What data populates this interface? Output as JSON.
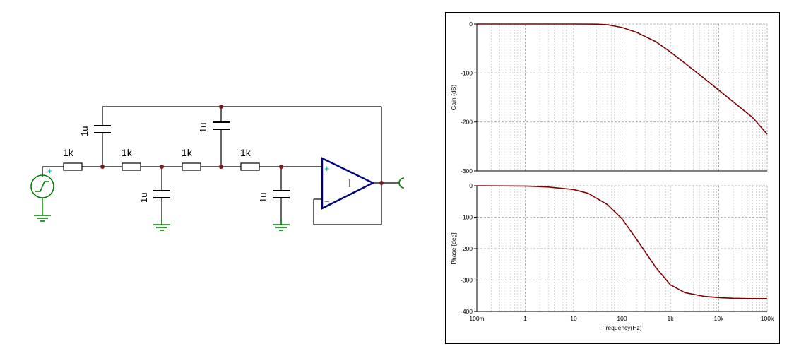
{
  "schematic": {
    "resistor_labels": [
      "1k",
      "1k",
      "1k",
      "1k"
    ],
    "capacitor_labels": [
      "1u",
      "1u",
      "1u",
      "1u"
    ],
    "opamp_plus": "+",
    "opamp_minus": "−",
    "opamp_label": "I",
    "source_plus": "+",
    "colors": {
      "wire": "#000000",
      "node": "#7a1a1a",
      "ground": "#008000",
      "source": "#008000",
      "opamp": "#000080",
      "opamp_sign": "#00a0a0"
    }
  },
  "chart_data": [
    {
      "type": "line",
      "title": "",
      "xlabel": "Frequency(Hz)",
      "ylabel": "Gain (dB)",
      "xscale": "log",
      "xlim": [
        0.1,
        100000
      ],
      "ylim": [
        -300,
        0
      ],
      "yticks": [
        0,
        -100,
        -200,
        -300
      ],
      "ytick_labels": [
        "0",
        "-100",
        "-200",
        "-300"
      ],
      "xticks": [
        0.1,
        1,
        10,
        100,
        1000,
        10000,
        100000
      ],
      "xtick_labels": [
        "100m",
        "1",
        "10",
        "100",
        "1k",
        "10k",
        "100k"
      ],
      "grid": true,
      "series": [
        {
          "color": "#800000",
          "x": [
            0.1,
            1,
            10,
            30,
            50,
            100,
            200,
            500,
            1000,
            2000,
            5000,
            10000,
            20000,
            50000,
            100000
          ],
          "y": [
            0,
            0,
            0,
            -0.3,
            -1.5,
            -7,
            -17,
            -36,
            -57,
            -80,
            -111,
            -135,
            -159,
            -191,
            -225
          ]
        }
      ]
    },
    {
      "type": "line",
      "title": "",
      "xlabel": "Frequency(Hz)",
      "ylabel": "Phase [deg]",
      "xscale": "log",
      "xlim": [
        0.1,
        100000
      ],
      "ylim": [
        -400,
        0
      ],
      "yticks": [
        0,
        -100,
        -200,
        -300,
        -400
      ],
      "ytick_labels": [
        "0",
        "-100",
        "-200",
        "-300",
        "-400"
      ],
      "xticks": [
        0.1,
        1,
        10,
        100,
        1000,
        10000,
        100000
      ],
      "xtick_labels": [
        "100m",
        "1",
        "10",
        "100",
        "1k",
        "10k",
        "100k"
      ],
      "grid": true,
      "series": [
        {
          "color": "#800000",
          "x": [
            0.1,
            1,
            3,
            10,
            20,
            50,
            100,
            200,
            500,
            1000,
            2000,
            5000,
            10000,
            20000,
            50000,
            100000
          ],
          "y": [
            0,
            -1,
            -4,
            -12,
            -24,
            -60,
            -105,
            -170,
            -260,
            -315,
            -340,
            -352,
            -356,
            -358,
            -359,
            -359
          ]
        }
      ]
    }
  ]
}
